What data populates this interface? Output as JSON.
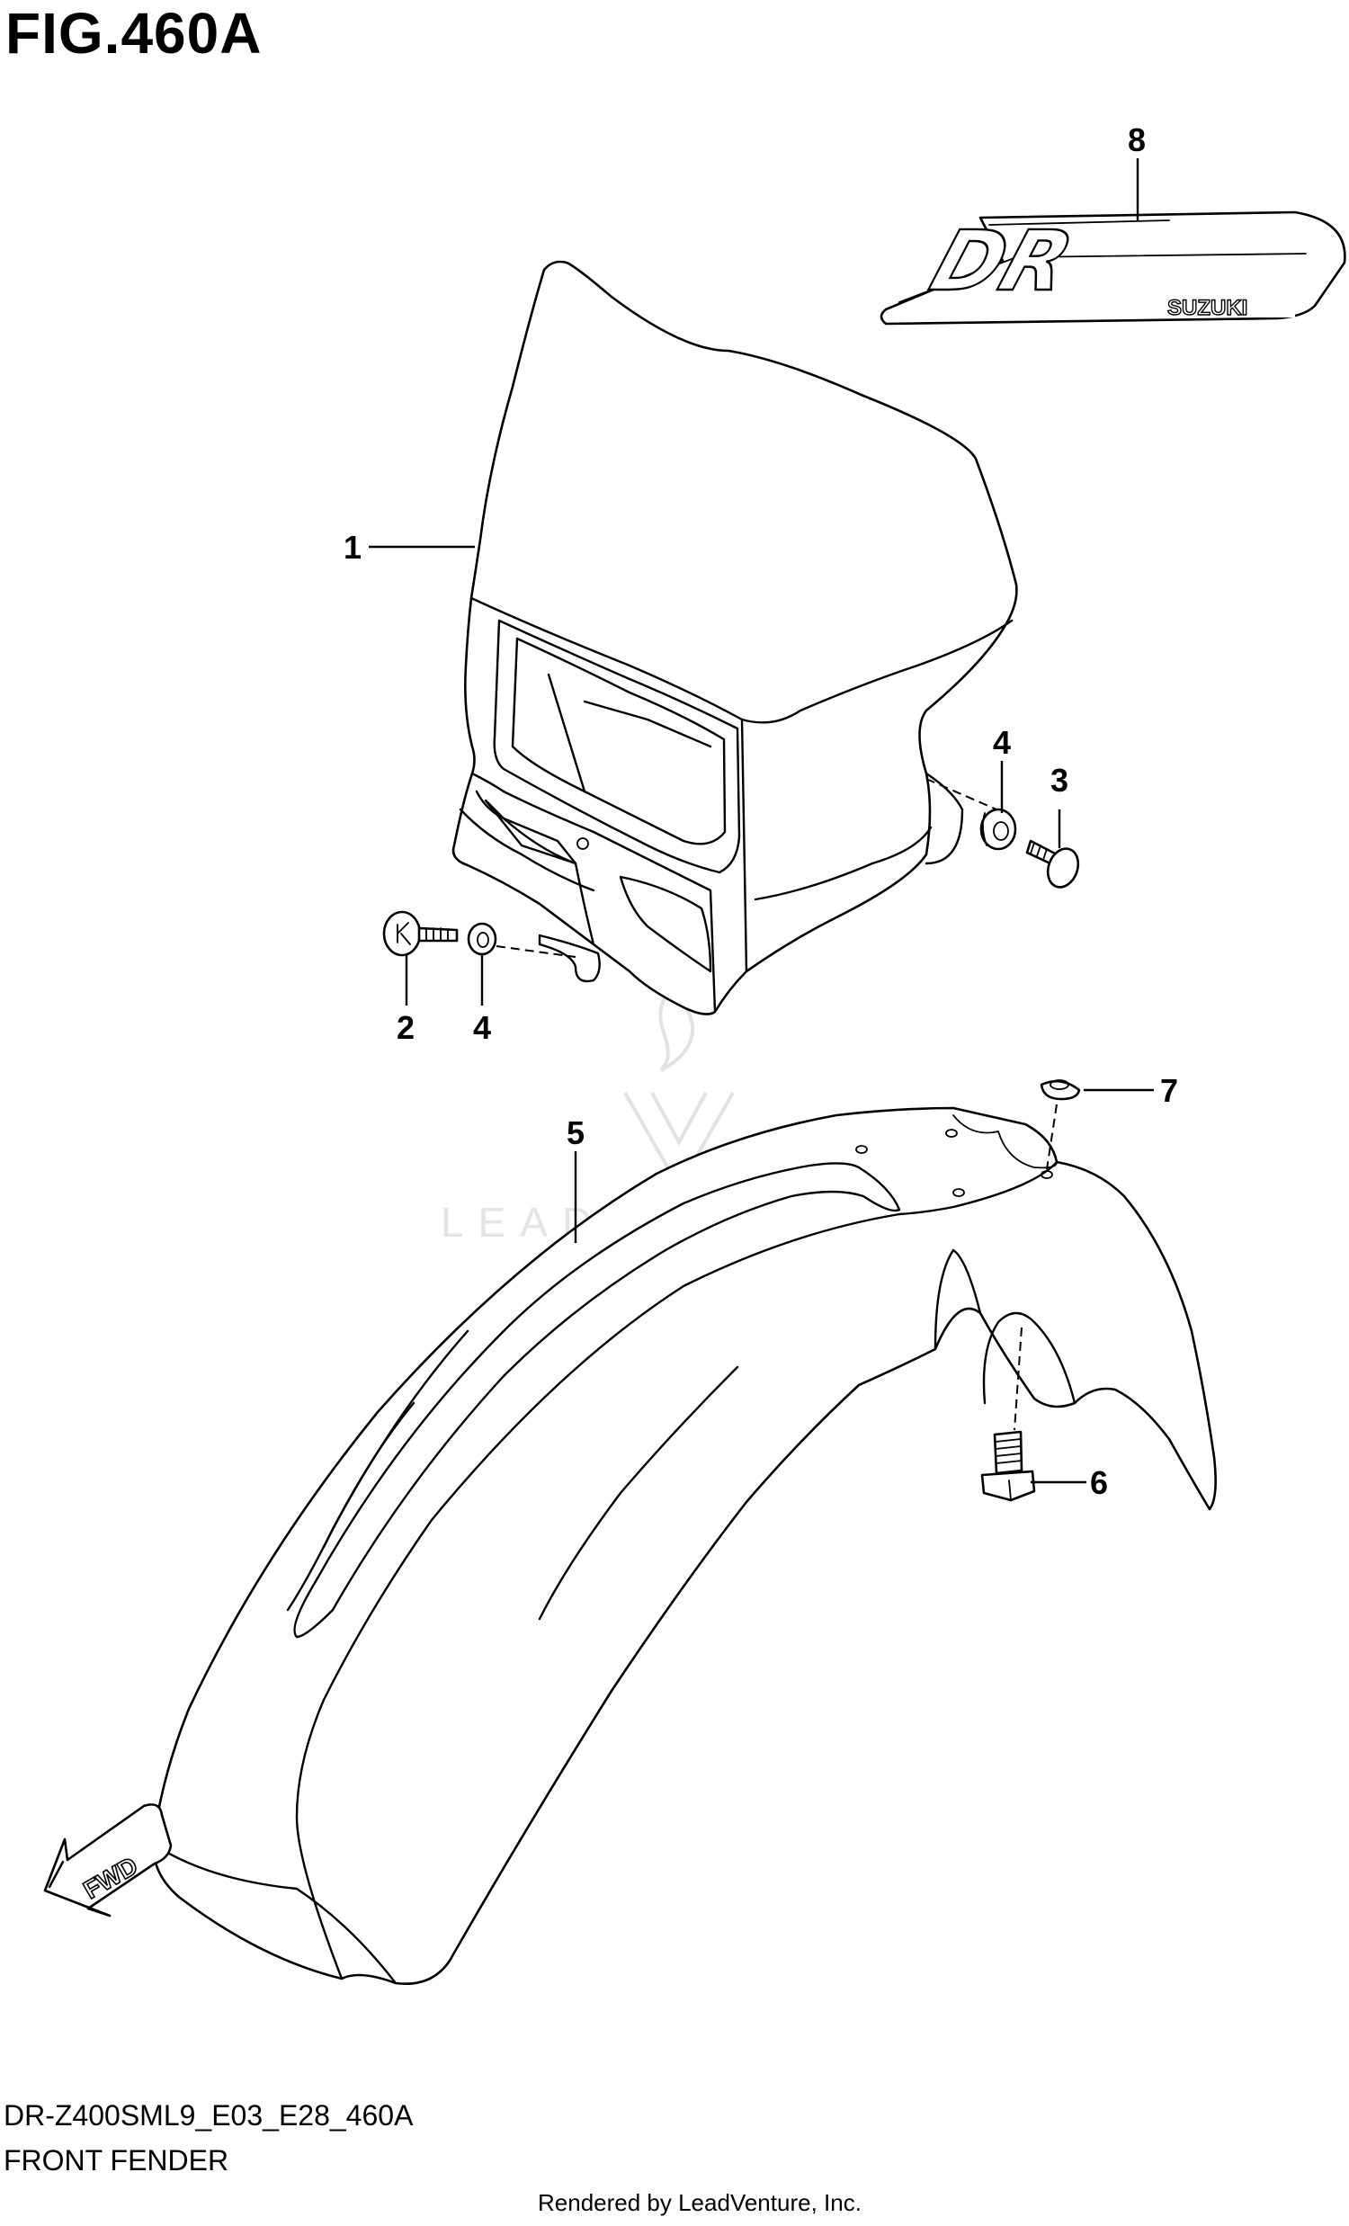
{
  "figure": {
    "title": "FIG.460A",
    "model_code": "DR-Z400SML9_E03_E28_460A",
    "section_name": "FRONT FENDER",
    "rendered_by": "Rendered by LeadVenture, Inc."
  },
  "callouts": {
    "p1": "1",
    "p2": "2",
    "p3": "3",
    "p4a": "4",
    "p4b": "4",
    "p5": "5",
    "p6": "6",
    "p7": "7",
    "p8": "8"
  },
  "emblem": {
    "letters": "DR",
    "brand": "SUZUKI"
  },
  "direction_badge": "FWD",
  "watermark": "LEADVENTURE"
}
